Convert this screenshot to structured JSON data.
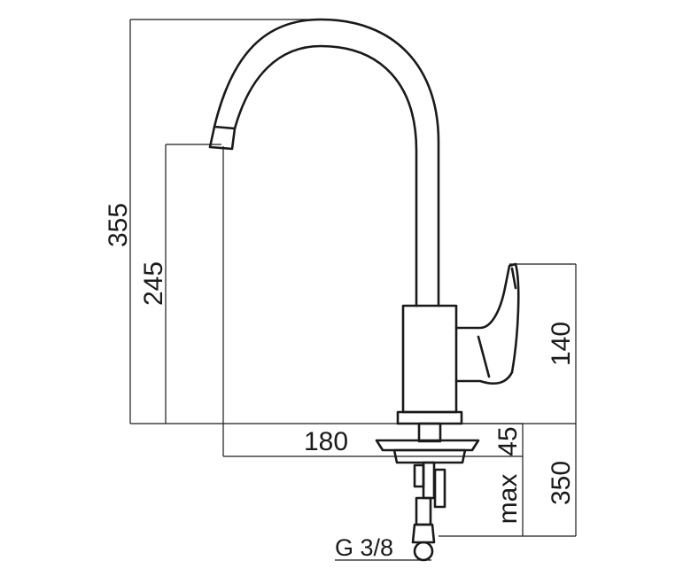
{
  "dimensions": {
    "overall_height": "355",
    "spout_height": "245",
    "body_height": "140",
    "spout_reach": "180",
    "deck_thickness_max": "45",
    "hose_length": "350",
    "max_label": "max",
    "connection": "G 3/8"
  }
}
